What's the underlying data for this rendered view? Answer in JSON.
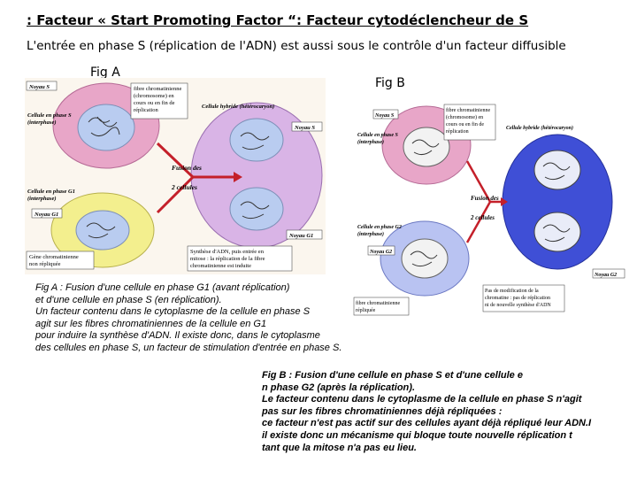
{
  "title": ": Facteur « Start Promoting Factor “: Facteur cytodéclencheur de S",
  "intro": "L'entrée en phase S (réplication de l'ADN) est aussi sous le contrôle d'un facteur diffusible",
  "fig_a": {
    "label": "Fig A",
    "labels": {
      "noyau_s": "Noyau S",
      "fibre_1": "fibre chromatinienne",
      "fibre_2": "(chromosome) en",
      "fibre_3": "cours ou en fin de",
      "fibre_4": "réplication",
      "cell_s_1": "Cellule en phase S",
      "cell_s_2": "(interphase)",
      "hybride": "Cellule hybride (hétérocaryon)",
      "noyau_s2": "Noyau S",
      "fusion_1": "Fusion des",
      "fusion_2": "2 cellules",
      "cell_g1_1": "Cellule en phase G1",
      "cell_g1_2": "(interphase)",
      "noyau_g1": "Noyau G1",
      "noyau_g1_b": "Noyau G1",
      "gene_1": "Gène chromatinienne",
      "gene_2": "non répliquée",
      "syn_1": "Synthèse d'ADN, puis entrée en",
      "syn_2": "mitose : la réplication de la fibre",
      "syn_3": "chromatinienne est induite"
    },
    "caption": {
      "line1": "Fig A : Fusion d'une cellule en phase G1 (avant réplication)",
      "line2": "et d'une cellule en phase S (en réplication).",
      "line3": "Un facteur contenu dans le cytoplasme de la cellule en phase S",
      "line4": "agit sur les fibres chromatiniennes de la cellule en G1",
      "line5": "pour induire la synthèse d'ADN. Il existe donc, dans le cytoplasme",
      "line6": "des cellules en phase S, un facteur de stimulation d'entrée en phase S."
    }
  },
  "fig_b": {
    "label": "Fig  B",
    "labels": {
      "noyau_s": "Noyau S",
      "fibre_1": "fibre chromatinienne",
      "fibre_2": "(chromosome) en",
      "fibre_3": "cours ou en fin de",
      "fibre_4": "réplication",
      "cell_s_1": "Cellule en phase S",
      "cell_s_2": "(interphase)",
      "hybride": "Cellule hybride (hétérocaryon)",
      "fusion_1": "Fusion des",
      "fusion_2": "2 cellules",
      "cell_g2_1": "Cellule en phase G2",
      "cell_g2_2": "(interphase)",
      "noyau_g2": "Noyau G2",
      "noyau_g2_b": "Noyau G2",
      "fibre_g2_1": "fibre chromatinienne",
      "fibre_g2_2": "répliquée",
      "pas_1": "Pas de modification de la",
      "pas_2": "chromatine : pas de réplication",
      "pas_3": "ni de nouvelle synthèse d'ADN"
    },
    "caption": {
      "line1": "Fig B : Fusion d'une cellule en phase S et d'une cellule e",
      "line2": "n phase G2 (après la réplication).",
      "line3": "Le facteur contenu dans le cytoplasme de la cellule en phase S n'agit",
      "line4": "pas sur les fibres chromatiniennes déjà répliquées :",
      "line5": " ce facteur n'est pas actif sur des cellules ayant déjà répliqué leur ADN.I",
      "line6": "il existe donc un mécanisme qui bloque toute nouvelle réplication t",
      "line7": "tant que la mitose n'a pas eu lieu."
    }
  },
  "colors": {
    "cell_s": "#e8a6c8",
    "nucleus": "#b9ccf0",
    "cell_g1": "#f3ef8e",
    "hybrid": "#d9b4e6",
    "figa_bg": "#fbf6ee",
    "cell_g2": "#b9c3f2",
    "hybrid_b": "#3f4fd6",
    "arrow": "#c4202a"
  }
}
